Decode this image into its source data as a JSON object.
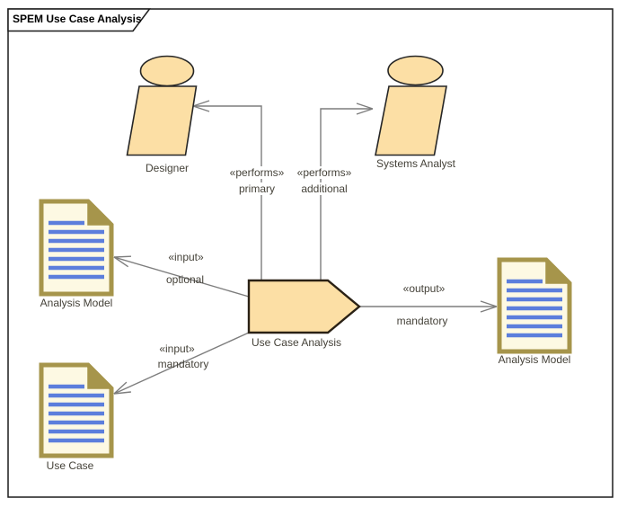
{
  "diagram": {
    "title": "SPEM Use Case Analysis",
    "notation": "SPEM",
    "colors": {
      "shape_fill": "#FCDFA5",
      "shape_border": "#262626",
      "document_border": "#A6954B",
      "document_fill": "#FDF9E3",
      "document_text_lines": "#5C7EDC",
      "connector": "#7D7D7D",
      "label_text": "#454239",
      "frame": "#1C1C1C"
    },
    "icons": {
      "actor": "spem-actor-icon",
      "work_product": "document-icon",
      "activity": "activity-pentagon-icon"
    }
  },
  "nodes": {
    "designer": {
      "label": "Designer",
      "type": "actor"
    },
    "systems_analyst": {
      "label": "Systems Analyst",
      "type": "actor"
    },
    "use_case_analysis": {
      "label": "Use Case Analysis",
      "type": "activity"
    },
    "analysis_model_left": {
      "label": "Analysis Model",
      "type": "work-product"
    },
    "use_case": {
      "label": "Use Case",
      "type": "work-product"
    },
    "analysis_model_right": {
      "label": "Analysis Model",
      "type": "work-product"
    }
  },
  "connectors": {
    "performs_primary": {
      "stereotype": "«performs»",
      "qualifier": "primary"
    },
    "performs_additional": {
      "stereotype": "«performs»",
      "qualifier": "additional"
    },
    "input_optional": {
      "stereotype": "«input»",
      "qualifier": "optional"
    },
    "input_mandatory": {
      "stereotype": "«input»",
      "qualifier": "mandatory"
    },
    "output_mandatory": {
      "stereotype": "«output»",
      "qualifier": "mandatory"
    }
  }
}
